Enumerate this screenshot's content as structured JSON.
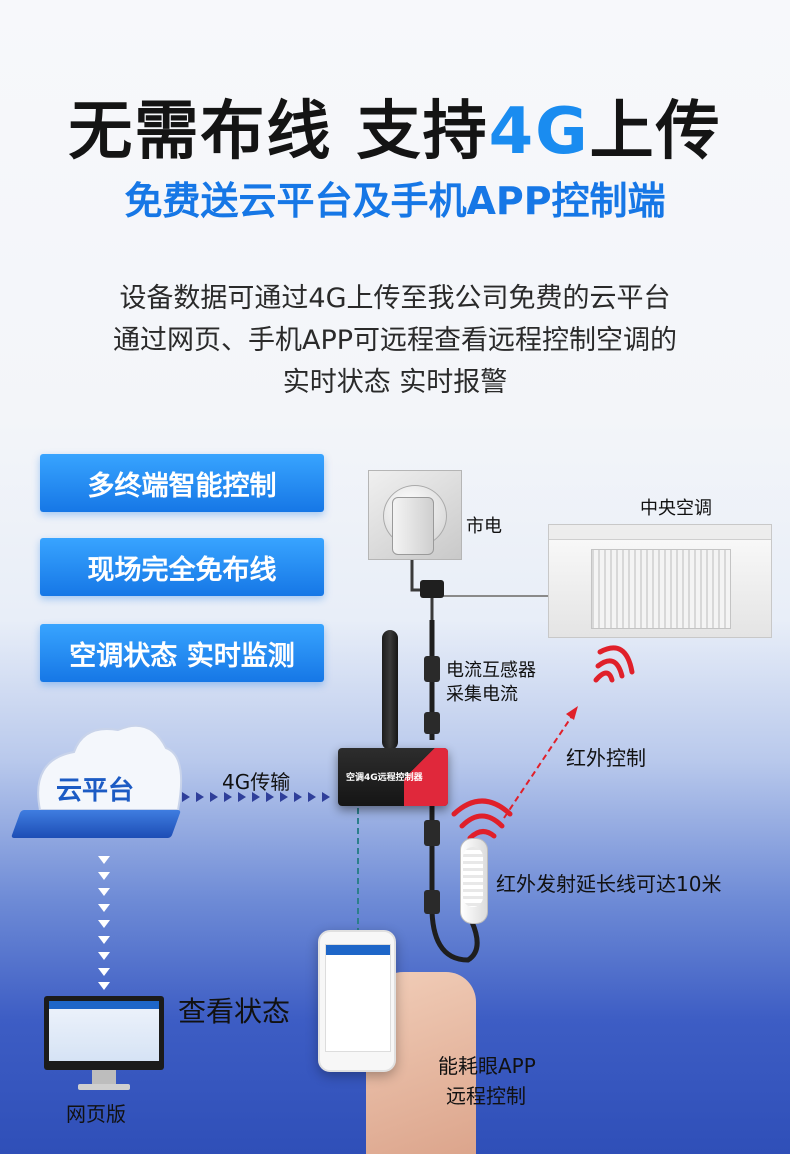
{
  "header": {
    "title_main": "无需布线 支持",
    "title_highlight": "4G",
    "title_end": "上传",
    "subtitle": "免费送云平台及手机APP控制端"
  },
  "description": {
    "line1": "设备数据可通过4G上传至我公司免费的云平台",
    "line2": "通过网页、手机APP可远程查看远程控制空调的",
    "line3": "实时状态  实时报警"
  },
  "features": [
    {
      "label": "多终端智能控制"
    },
    {
      "label": "现场完全免布线"
    },
    {
      "label": "空调状态  实时监测"
    }
  ],
  "diagram": {
    "mains_label": "市电",
    "ac_label": "中央空调",
    "ct_label_line1": "电流互感器",
    "ct_label_line2": "采集电流",
    "ir_control_label": "红外控制",
    "ir_extension_label": "红外发射延长线可达10米",
    "transfer_label": "4G传输",
    "cloud_label": "云平台",
    "device_label": "空调4G远程控制器",
    "view_status_label": "查看状态",
    "app_label_line1": "能耗眼APP",
    "app_label_line2": "远程控制",
    "web_label": "网页版"
  },
  "colors": {
    "accent_blue": "#1a8cf0",
    "subtitle_blue": "#1677e6",
    "ir_red": "#e0202a",
    "link_teal": "#2c7f8c"
  }
}
